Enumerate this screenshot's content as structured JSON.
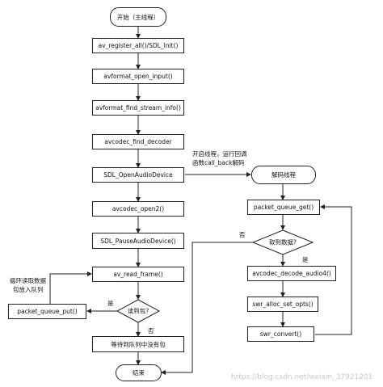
{
  "main_flow": {
    "start": "开始（主线程）",
    "step1": "av_register_all()/SDL_Init()",
    "step2": "avformat_open_input()",
    "step3": "avformat_find_stream_info()",
    "step4": "avcodec_find_decoder",
    "step5": "SDL_OpenAudioDevice",
    "step6": "avcodec_open2()",
    "step7": "SDL_PauseAudioDevice()",
    "step8": "av_read_frame()",
    "decision": "读到包?",
    "wait": "等待到队列中没有包",
    "end": "结束",
    "put": "packet_queue_put()"
  },
  "decode_flow": {
    "start": "解码线程",
    "step1": "packet_queue_get()",
    "decision": "取到数据?",
    "step2": "avcodec_decode_audio4()",
    "step3": "swr_alloc_set_opts()",
    "step4": "swr_convert()"
  },
  "annotations": {
    "open_thread_line1": "开启线程，运行回调",
    "open_thread_line2": "函数call_back解码",
    "loop_line1": "循环读取数据",
    "loop_line2": "包放入队列",
    "yes1": "是",
    "no1": "否",
    "no2": "否",
    "yes2": "是"
  },
  "watermark": "https://blog.csdn.net/weixin_37921201"
}
